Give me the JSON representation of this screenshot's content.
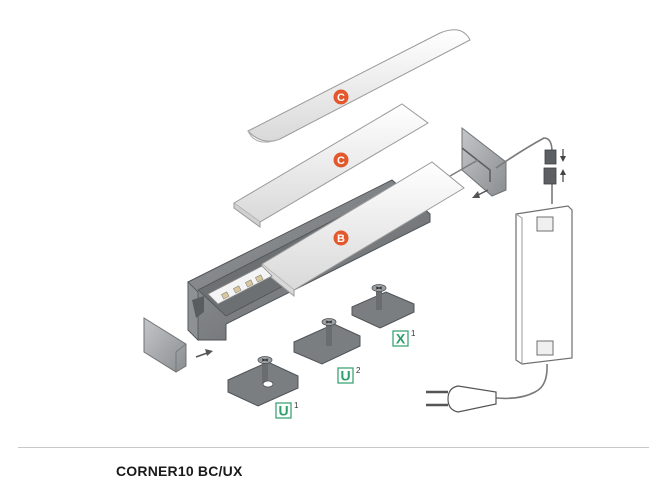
{
  "product": {
    "title": "CORNER10 BC/UX"
  },
  "labels": {
    "cover_top": "C",
    "cover_mid": "C",
    "diffuser": "B",
    "mount_x": "X",
    "mount_x_sup": "1",
    "mount_u2": "U",
    "mount_u2_sup": "2",
    "mount_u1": "U",
    "mount_u1_sup": "1"
  },
  "colors": {
    "accent_orange": "#e2572b",
    "accent_green": "#2e9e6a",
    "metal_dark": "#7a7d80",
    "metal_light": "#c9cbcd",
    "cover_white": "#f2f2f2"
  }
}
